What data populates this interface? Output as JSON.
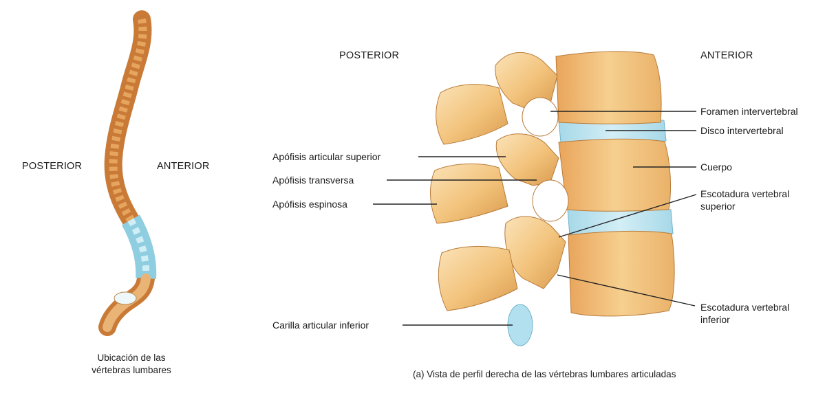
{
  "left_panel": {
    "posterior": "POSTERIOR",
    "anterior": "ANTERIOR",
    "caption_line1": "Ubicación de las",
    "caption_line2": "vértebras lumbares"
  },
  "right_panel": {
    "posterior": "POSTERIOR",
    "anterior": "ANTERIOR",
    "caption": "(a)  Vista de perfil derecha de las vértebras lumbares articuladas"
  },
  "labels_left": {
    "articular_superior": "Apófisis articular superior",
    "transversa": "Apófisis transversa",
    "espinosa": "Apófisis espinosa",
    "carilla": "Carilla articular inferior"
  },
  "labels_right": {
    "foramen": "Foramen intervertebral",
    "disco": "Disco intervertebral",
    "cuerpo": "Cuerpo",
    "escotadura_sup_1": "Escotadura vertebral",
    "escotadura_sup_2": "superior",
    "escotadura_inf_1": "Escotadura vertebral",
    "escotadura_inf_2": "inferior"
  },
  "colors": {
    "bone": "#f2c27a",
    "bone_dark": "#c9843a",
    "bone_light": "#fbe3b8",
    "spine_orange": "#d9893f",
    "lumbar_blue": "#9fd3e3",
    "disc_blue": "#b8e2ee"
  }
}
